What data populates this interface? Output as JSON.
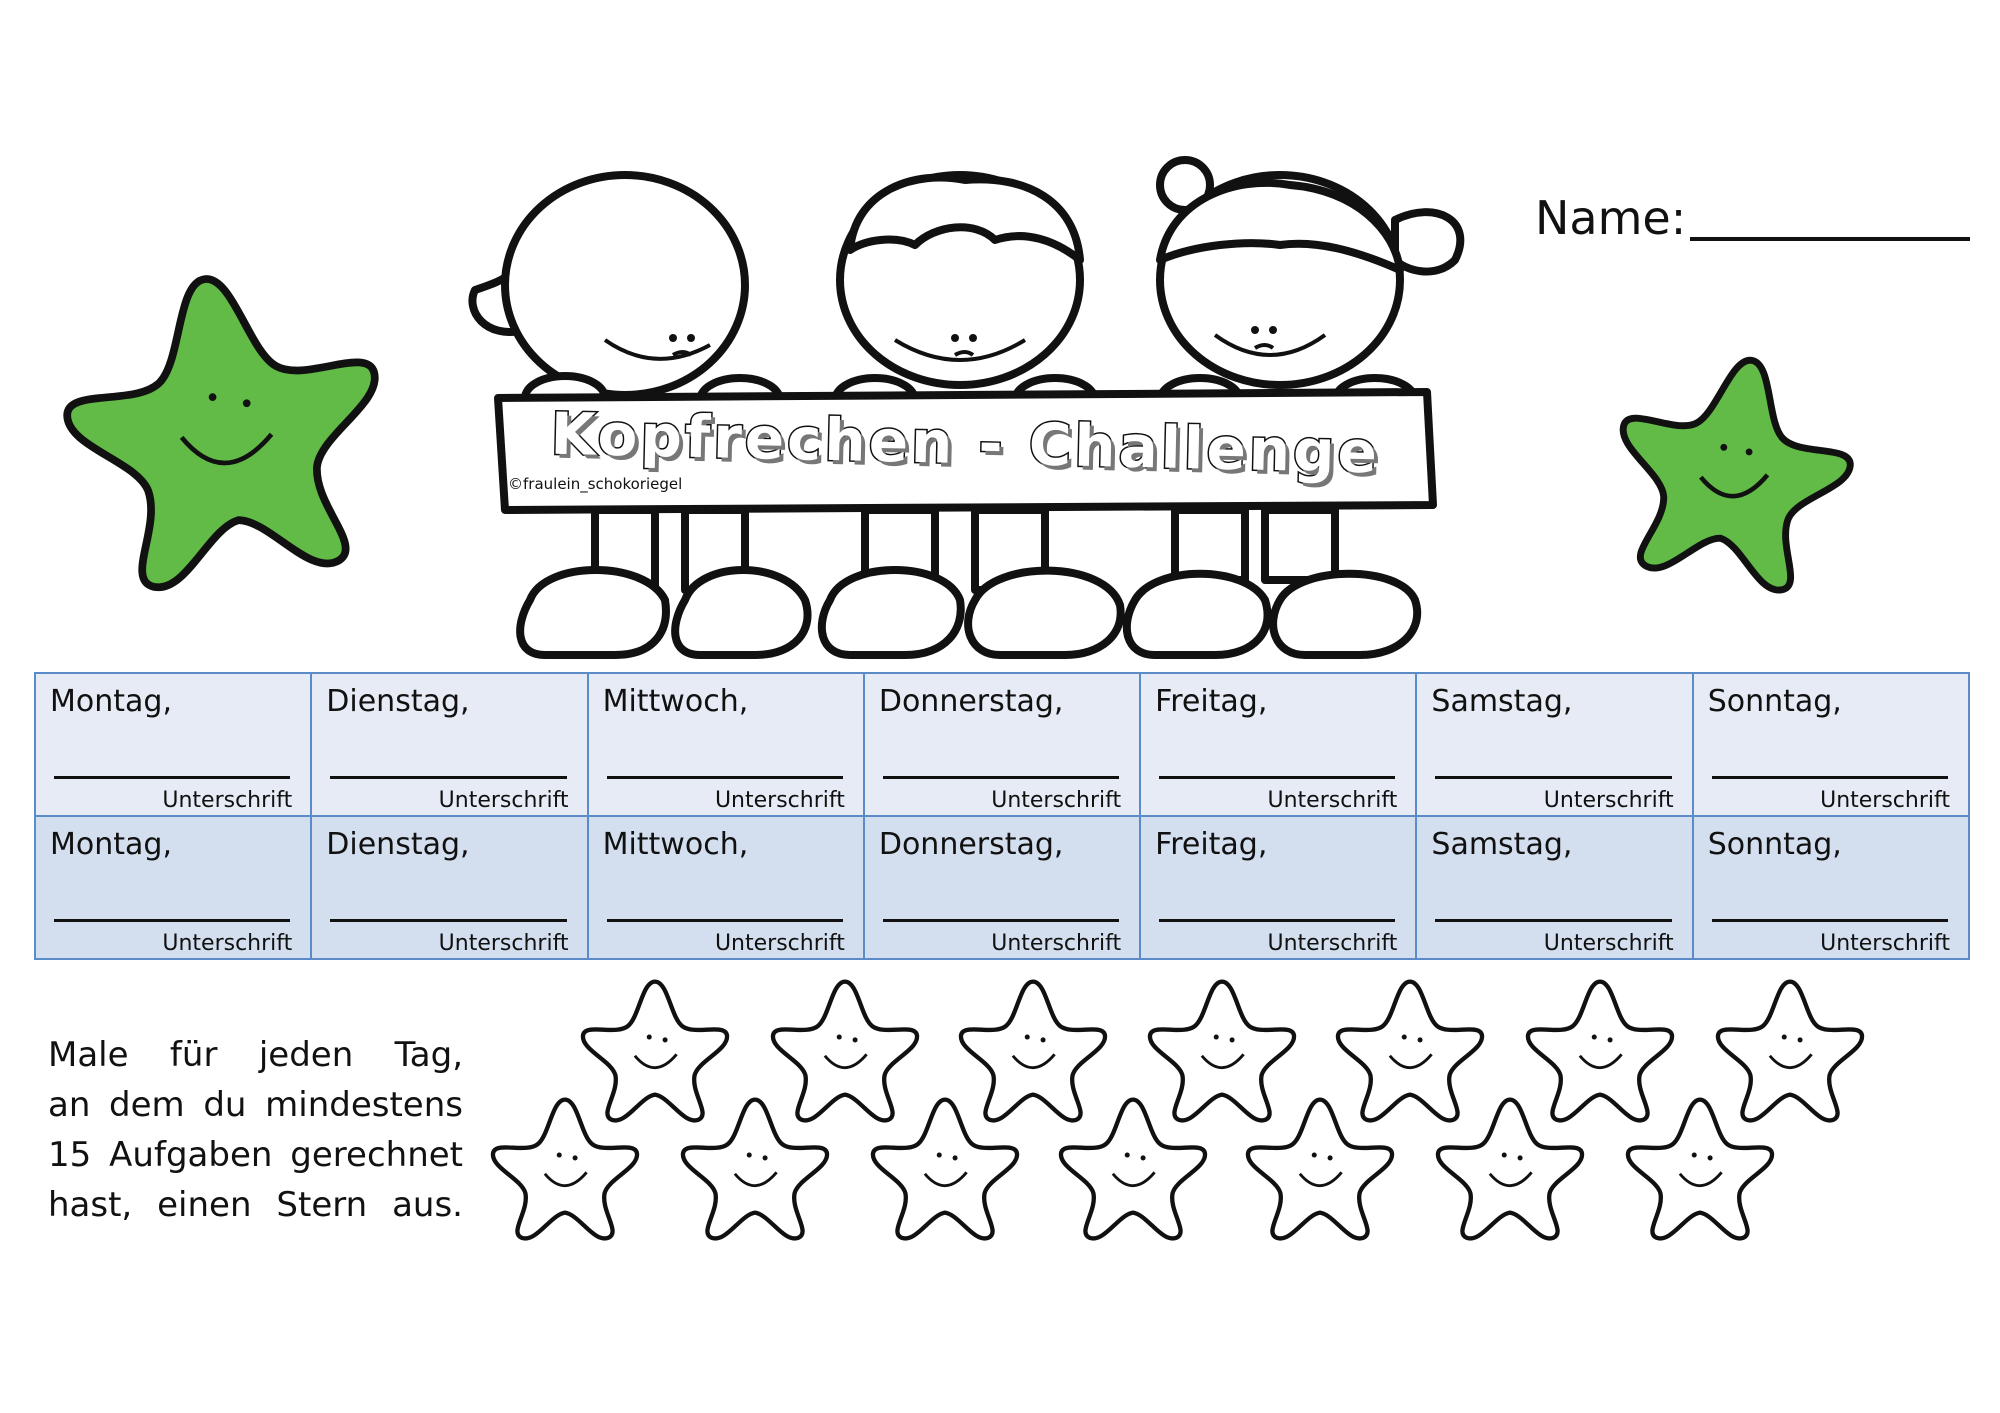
{
  "header": {
    "name_label": "Name:",
    "banner_title": "Kopfrechen - Challenge",
    "credit": "©fraulein_schokoriegel"
  },
  "calendar": {
    "rows": [
      {
        "days": [
          "Montag,",
          "Dienstag,",
          "Mittwoch,",
          "Donnerstag,",
          "Freitag,",
          "Samstag,",
          "Sonntag,"
        ]
      },
      {
        "days": [
          "Montag,",
          "Dienstag,",
          "Mittwoch,",
          "Donnerstag,",
          "Freitag,",
          "Samstag,",
          "Sonntag,"
        ]
      }
    ],
    "signature_label": "Unterschrift"
  },
  "instructions": {
    "lines": [
      "Male für jeden Tag,",
      "an dem du mindestens",
      "15 Aufgaben gerechnet",
      "hast, einen Stern aus."
    ]
  },
  "colors": {
    "star_green": "#62bb46",
    "row_light": "#e7ebf6",
    "row_dark": "#d3deee",
    "cell_border": "#5b8bc9"
  },
  "icons": [
    "green-star-icon",
    "outline-star-icon",
    "children-illustration"
  ]
}
